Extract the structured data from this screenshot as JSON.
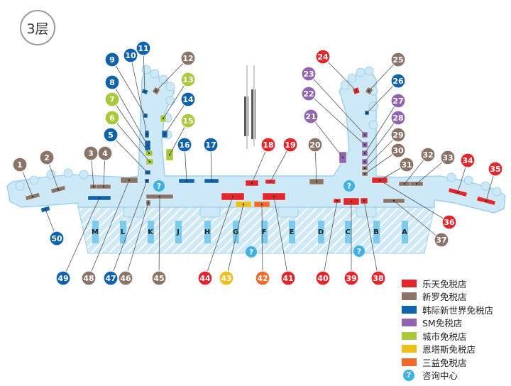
{
  "floor_label": "3层",
  "legend": [
    {
      "key": "lotte",
      "label": "乐天免税店",
      "color": "#e2262b"
    },
    {
      "key": "shilla",
      "label": "新罗免税店",
      "color": "#8a7468"
    },
    {
      "key": "shinsegae",
      "label": "韩际新世界免税店",
      "color": "#0f63ad"
    },
    {
      "key": "sm",
      "label": "SM免税店",
      "color": "#9064b0"
    },
    {
      "key": "city",
      "label": "城市免税店",
      "color": "#a8c93a"
    },
    {
      "key": "entas",
      "label": "恩塔斯免税店",
      "color": "#f0bd1a"
    },
    {
      "key": "samik",
      "label": "三益免税店",
      "color": "#ef6b2a"
    }
  ],
  "info_label": "咨询中心",
  "info_icon": "?",
  "zones": [
    "M",
    "L",
    "K",
    "J",
    "H",
    "G",
    "F",
    "E",
    "D",
    "C",
    "B",
    "A"
  ],
  "markers": [
    {
      "num": "1",
      "shop": "shilla"
    },
    {
      "num": "2",
      "shop": "shilla"
    },
    {
      "num": "3",
      "shop": "shilla"
    },
    {
      "num": "4",
      "shop": "shilla"
    },
    {
      "num": "5",
      "shop": "shinsegae"
    },
    {
      "num": "6",
      "shop": "city"
    },
    {
      "num": "7",
      "shop": "city"
    },
    {
      "num": "8",
      "shop": "shinsegae"
    },
    {
      "num": "9",
      "shop": "shinsegae"
    },
    {
      "num": "10",
      "shop": "shinsegae"
    },
    {
      "num": "11",
      "shop": "shinsegae"
    },
    {
      "num": "12",
      "shop": "shilla"
    },
    {
      "num": "13",
      "shop": "city"
    },
    {
      "num": "14",
      "shop": "shinsegae"
    },
    {
      "num": "15",
      "shop": "city"
    },
    {
      "num": "16",
      "shop": "shinsegae"
    },
    {
      "num": "17",
      "shop": "shinsegae"
    },
    {
      "num": "18",
      "shop": "lotte"
    },
    {
      "num": "19",
      "shop": "lotte"
    },
    {
      "num": "20",
      "shop": "shilla"
    },
    {
      "num": "21",
      "shop": "sm"
    },
    {
      "num": "22",
      "shop": "sm"
    },
    {
      "num": "23",
      "shop": "sm"
    },
    {
      "num": "24",
      "shop": "lotte"
    },
    {
      "num": "25",
      "shop": "shilla"
    },
    {
      "num": "26",
      "shop": "shinsegae"
    },
    {
      "num": "27",
      "shop": "sm"
    },
    {
      "num": "28",
      "shop": "sm"
    },
    {
      "num": "29",
      "shop": "shilla"
    },
    {
      "num": "30",
      "shop": "shilla"
    },
    {
      "num": "31",
      "shop": "shilla"
    },
    {
      "num": "32",
      "shop": "shilla"
    },
    {
      "num": "33",
      "shop": "shilla"
    },
    {
      "num": "34",
      "shop": "lotte"
    },
    {
      "num": "35",
      "shop": "lotte"
    },
    {
      "num": "36",
      "shop": "lotte"
    },
    {
      "num": "37",
      "shop": "shilla"
    },
    {
      "num": "38",
      "shop": "lotte"
    },
    {
      "num": "39",
      "shop": "lotte"
    },
    {
      "num": "40",
      "shop": "lotte"
    },
    {
      "num": "41",
      "shop": "lotte"
    },
    {
      "num": "42",
      "shop": "samik"
    },
    {
      "num": "43",
      "shop": "entas"
    },
    {
      "num": "44",
      "shop": "lotte"
    },
    {
      "num": "45",
      "shop": "shilla"
    },
    {
      "num": "46",
      "shop": "shilla"
    },
    {
      "num": "47",
      "shop": "shinsegae"
    },
    {
      "num": "48",
      "shop": "shilla"
    },
    {
      "num": "49",
      "shop": "shinsegae"
    },
    {
      "num": "50",
      "shop": "shinsegae"
    }
  ]
}
